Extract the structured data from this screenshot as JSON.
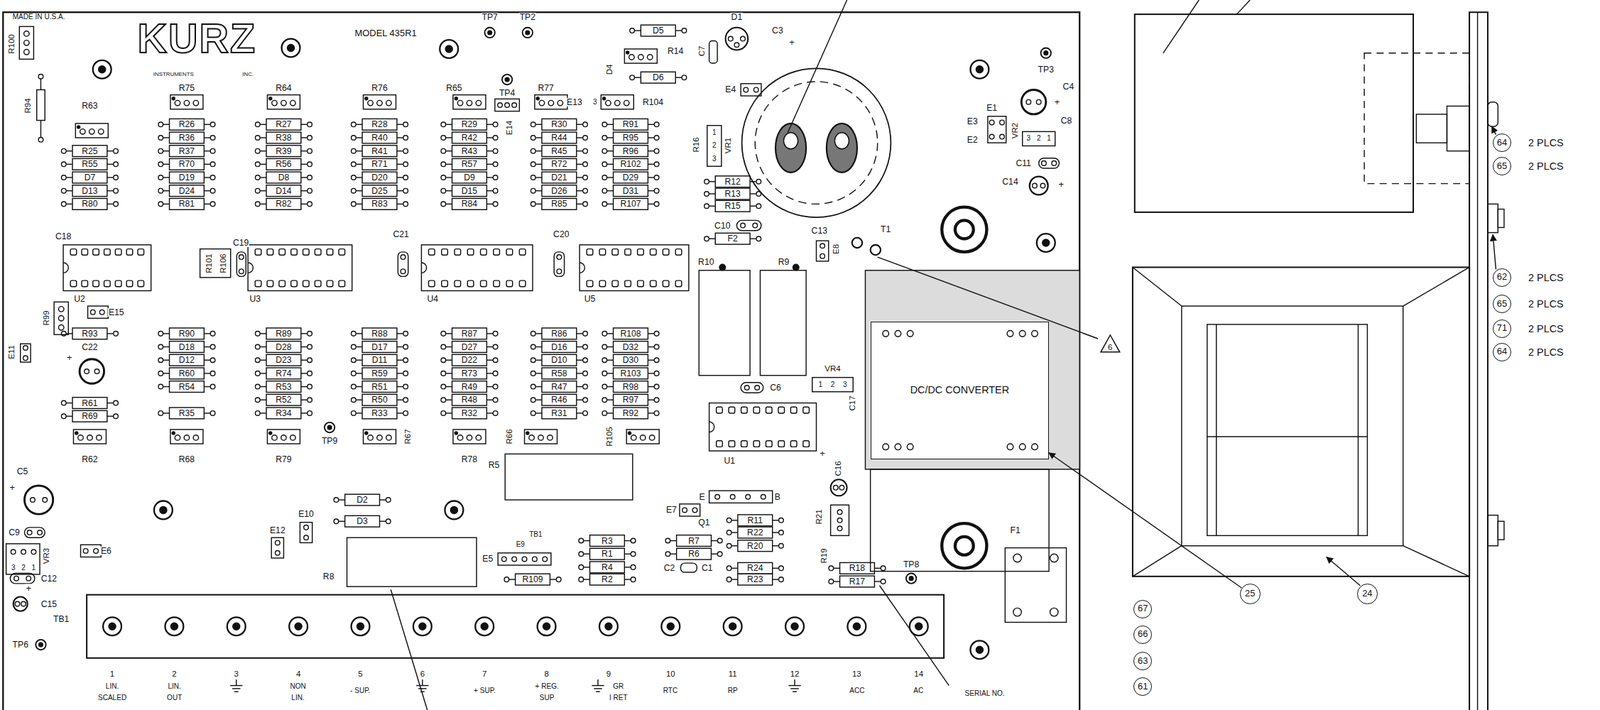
{
  "diagram": {
    "nodes": [
      {
        "text": [
          "DC/DC CONVERTER"
        ]
      },
      {
        "text": [
          "6"
        ]
      },
      {
        "text": [
          "64"
        ]
      },
      {
        "text": [
          "65"
        ]
      },
      {
        "text": [
          "62"
        ]
      },
      {
        "text": [
          "65"
        ]
      },
      {
        "text": [
          "71"
        ]
      },
      {
        "text": [
          "64"
        ]
      },
      {
        "text": [
          "25"
        ]
      },
      {
        "text": [
          "24"
        ]
      },
      {
        "text": [
          "67"
        ]
      },
      {
        "text": [
          "66"
        ]
      },
      {
        "text": [
          "63"
        ]
      },
      {
        "text": [
          "61"
        ]
      }
    ],
    "edges": [
      {
        "from": 8,
        "to": 0,
        "arrow": "to"
      }
    ],
    "labels": [
      "MADE IN U.S.A.",
      "R100",
      "KURZ",
      "INSTRUMENTS",
      "INC.",
      "MODEL 435R1",
      "R94",
      "R63",
      "R75",
      "R64",
      "R76",
      "R65",
      "R77",
      "R104",
      "R26",
      "R36",
      "R37",
      "R70",
      "D19",
      "D24",
      "R81",
      "R27",
      "R38",
      "R39",
      "R56",
      "D8",
      "D14",
      "R82",
      "R28",
      "R40",
      "R41",
      "R71",
      "D20",
      "D25",
      "R83",
      "R29",
      "R42",
      "R43",
      "R57",
      "D9",
      "D15",
      "R84",
      "R30",
      "R44",
      "R45",
      "R72",
      "D21",
      "D26",
      "R85",
      "R91",
      "R95",
      "R96",
      "R102",
      "D29",
      "D31",
      "R107",
      "R25",
      "R55",
      "D7",
      "D13",
      "R80",
      "TP7",
      "TP2",
      "TP4",
      "E14",
      "E13",
      "3",
      "D5",
      "R14",
      "D4",
      "D6",
      "C7",
      "D1",
      "C3",
      "+",
      "E4",
      "R16",
      "1",
      "2",
      "3",
      "VR1",
      "R12",
      "R13",
      "R15",
      "C10",
      "F2",
      "C13",
      "E8",
      "T1",
      "TP3",
      "C4",
      "+",
      "E1",
      "E3",
      "E2",
      "VR2",
      "3",
      "2",
      "1",
      "C8",
      "C11",
      "C14",
      "+",
      "C18",
      "U2",
      "C19",
      "R101",
      "R106",
      "U3",
      "C21",
      "U4",
      "C20",
      "U5",
      "R99",
      "E15",
      "R90",
      "D18",
      "D12",
      "R60",
      "R54",
      "R35",
      "R89",
      "D28",
      "D23",
      "R74",
      "R53",
      "R52",
      "R34",
      "R88",
      "D17",
      "D11",
      "R59",
      "R51",
      "R50",
      "R33",
      "R87",
      "D27",
      "D22",
      "R73",
      "R49",
      "R48",
      "R32",
      "R86",
      "D16",
      "D10",
      "R58",
      "R47",
      "R46",
      "R31",
      "R108",
      "D32",
      "D30",
      "R103",
      "R98",
      "R97",
      "R92",
      "R93",
      "E11",
      "C22",
      "+",
      "R61",
      "R69",
      "R62",
      "R68",
      "R79",
      "R67",
      "R78",
      "R66",
      "R105",
      "R10",
      "R9",
      "C6",
      "VR4",
      "1",
      "2",
      "3",
      "C17",
      "U1",
      "C16",
      "+",
      "C5",
      "+",
      "TP9",
      "D2",
      "D3",
      "E10",
      "E12",
      "R8",
      "C9",
      "VR3",
      "3",
      "2",
      "1",
      "E6",
      "C12",
      "+",
      "C15",
      "TP6",
      "R5",
      "TB1",
      "E5",
      "E9",
      "R3",
      "R1",
      "R4",
      "R2",
      "R109",
      "E7",
      "E",
      "B",
      "Q1",
      "R7",
      "R6",
      "C2",
      "C1",
      "R11",
      "R22",
      "R20",
      "R24",
      "R23",
      "R21",
      "R19",
      "R18",
      "R17",
      "TP8",
      "F1",
      "TB1",
      "1",
      "2",
      "3",
      "4",
      "5",
      "6",
      "7",
      "8",
      "9",
      "10",
      "11",
      "12",
      "13",
      "14",
      "LIN.",
      "SCALED",
      "LIN.",
      "OUT",
      "NON",
      "LIN.",
      "- SUP.",
      "+ SUP.",
      "+ REG.",
      "SUP",
      "GR",
      "I RET",
      "RTC",
      "RP",
      "ACC",
      "AC",
      "SERIAL NO.",
      "2 PLCS",
      "2 PLCS",
      "2 PLCS",
      "2 PLCS",
      "2 PLCS",
      "2 PLCS"
    ]
  }
}
